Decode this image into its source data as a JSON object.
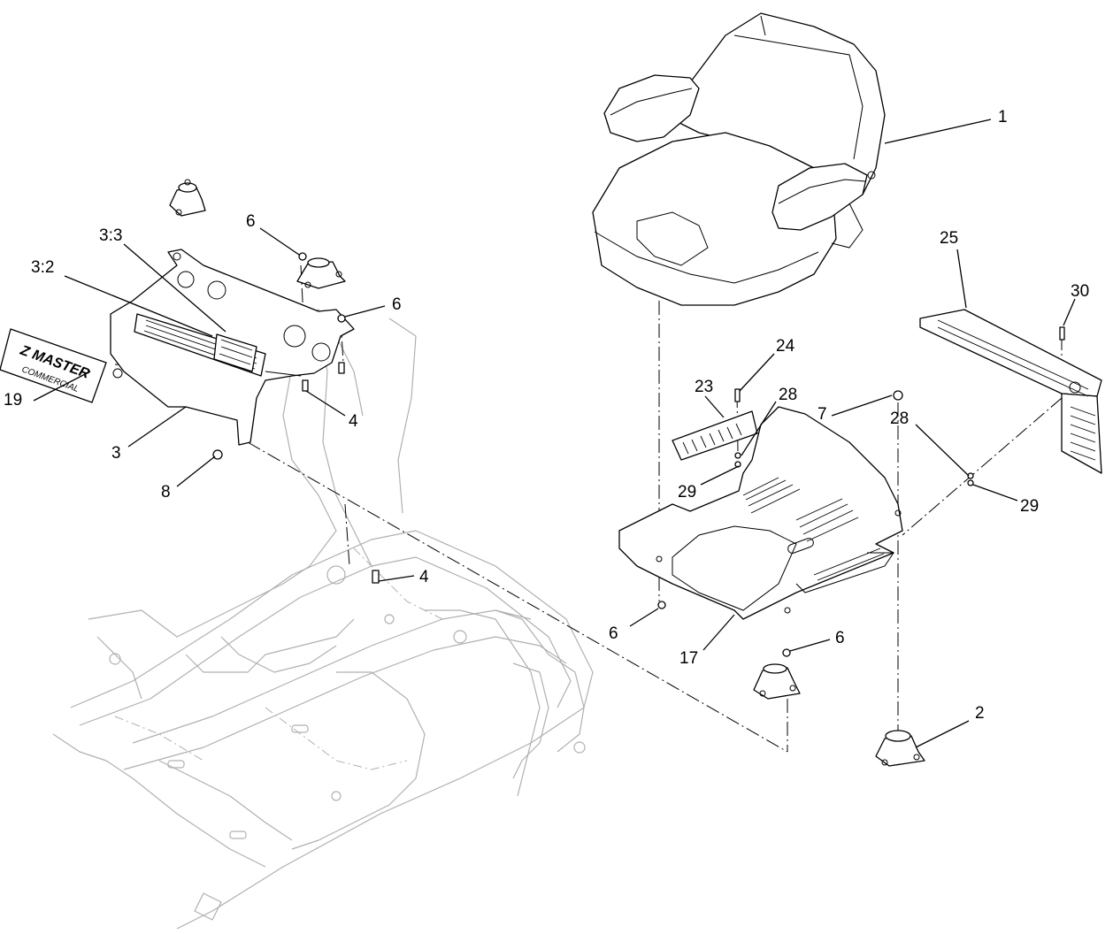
{
  "diagram": {
    "callouts": [
      {
        "id": "c1",
        "text": "1"
      },
      {
        "id": "c2",
        "text": "2"
      },
      {
        "id": "c3",
        "text": "3"
      },
      {
        "id": "c3_2",
        "text": "3:2"
      },
      {
        "id": "c3_3",
        "text": "3:3"
      },
      {
        "id": "c4a",
        "text": "4"
      },
      {
        "id": "c4b",
        "text": "4"
      },
      {
        "id": "c6a",
        "text": "6"
      },
      {
        "id": "c6b",
        "text": "6"
      },
      {
        "id": "c6c",
        "text": "6"
      },
      {
        "id": "c6d",
        "text": "6"
      },
      {
        "id": "c7",
        "text": "7"
      },
      {
        "id": "c8",
        "text": "8"
      },
      {
        "id": "c17",
        "text": "17"
      },
      {
        "id": "c19",
        "text": "19"
      },
      {
        "id": "c23",
        "text": "23"
      },
      {
        "id": "c24",
        "text": "24"
      },
      {
        "id": "c25",
        "text": "25"
      },
      {
        "id": "c28a",
        "text": "28"
      },
      {
        "id": "c28b",
        "text": "28"
      },
      {
        "id": "c29a",
        "text": "29"
      },
      {
        "id": "c29b",
        "text": "29"
      },
      {
        "id": "c30",
        "text": "30"
      }
    ],
    "decal": {
      "line1": "Z MASTER",
      "line2": "COMMERCIAL"
    }
  }
}
